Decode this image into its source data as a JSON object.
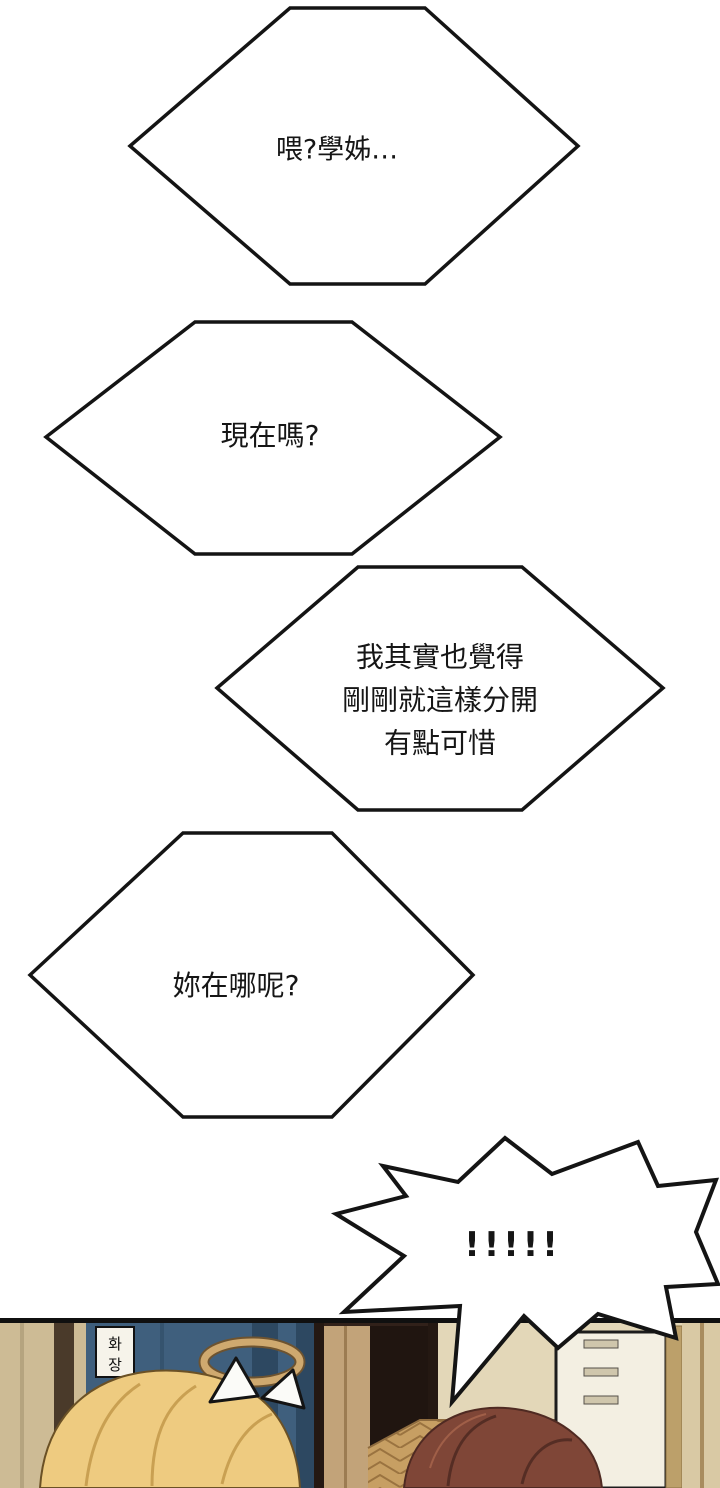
{
  "bubbles": {
    "b1": {
      "text": "喂?學姊…"
    },
    "b2": {
      "text": "現在嗎?"
    },
    "b3": {
      "line1": "我其實也覺得",
      "line2": "剛剛就這樣分開",
      "line3": "有點可惜"
    },
    "b4": {
      "text": "妳在哪呢?"
    },
    "b5": {
      "text": "!!!!!"
    }
  },
  "panel": {
    "sign": {
      "char1": "화",
      "char2": "장"
    }
  },
  "colors": {
    "outline": "#141414",
    "bubble_fill": "#ffffff",
    "blue_wall": "#3f5f7d",
    "wood_floor": "#c79f63",
    "hair_blonde": "#eecb80",
    "hair_brown": "#7f4637"
  }
}
